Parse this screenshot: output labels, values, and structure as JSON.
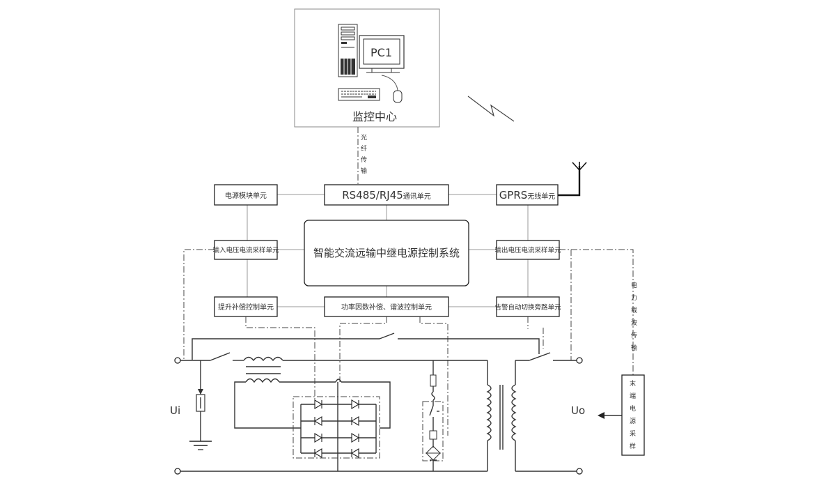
{
  "monitor_center": {
    "pc_label": "PC1",
    "title": "监控中心"
  },
  "fiber_label": [
    "光",
    "纤",
    "传",
    "输"
  ],
  "plc_label": [
    "电",
    "力",
    "载",
    "波",
    "传",
    "输"
  ],
  "end_sampling_label": [
    "末",
    "端",
    "电",
    "源",
    "采",
    "样"
  ],
  "modules": {
    "power_module": "电源模块单元",
    "comm_unit_prefix": "RS485/RJ45",
    "comm_unit_suffix": "通讯单元",
    "gprs_prefix": "GPRS",
    "gprs_suffix": "无线单元",
    "input_sampling": "输入电压电流采样单元",
    "output_sampling": "输出电压电流采样单元",
    "controller": "智能交流远输中继电源控制系统",
    "boost_control": "提升补偿控制单元",
    "pf_harmonic": "功率因数补偿、谐波控制单元",
    "alarm_bypass": "告警自动切换旁路单元"
  },
  "terminals": {
    "input": "Ui",
    "output": "Uo"
  }
}
